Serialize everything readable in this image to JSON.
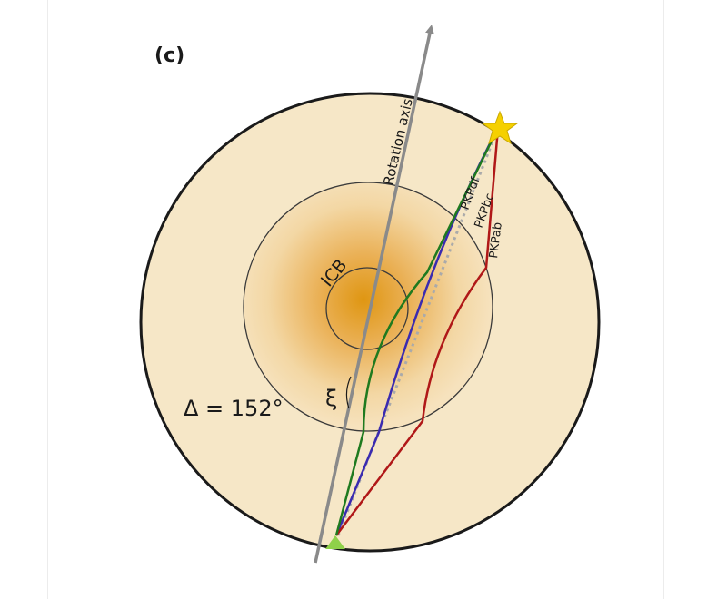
{
  "panel_label": "(c)",
  "labels": {
    "rotation_axis": "Rotation axis",
    "icb": "ICB",
    "xi": "ξ",
    "delta": "Δ = 152°"
  },
  "phases": [
    {
      "name": "PKPdf",
      "color": "#1f7a1f"
    },
    {
      "name": "PKPbc",
      "color": "#3a2bb0"
    },
    {
      "name": "PKPab",
      "color": "#b01818"
    }
  ],
  "colors": {
    "mantle": "#f6e7c7",
    "core_center": "#e09a14",
    "rotation_axis": "#8a8a8a",
    "source_star": "#f5d000",
    "receiver_triangle": "#8fd14a"
  }
}
